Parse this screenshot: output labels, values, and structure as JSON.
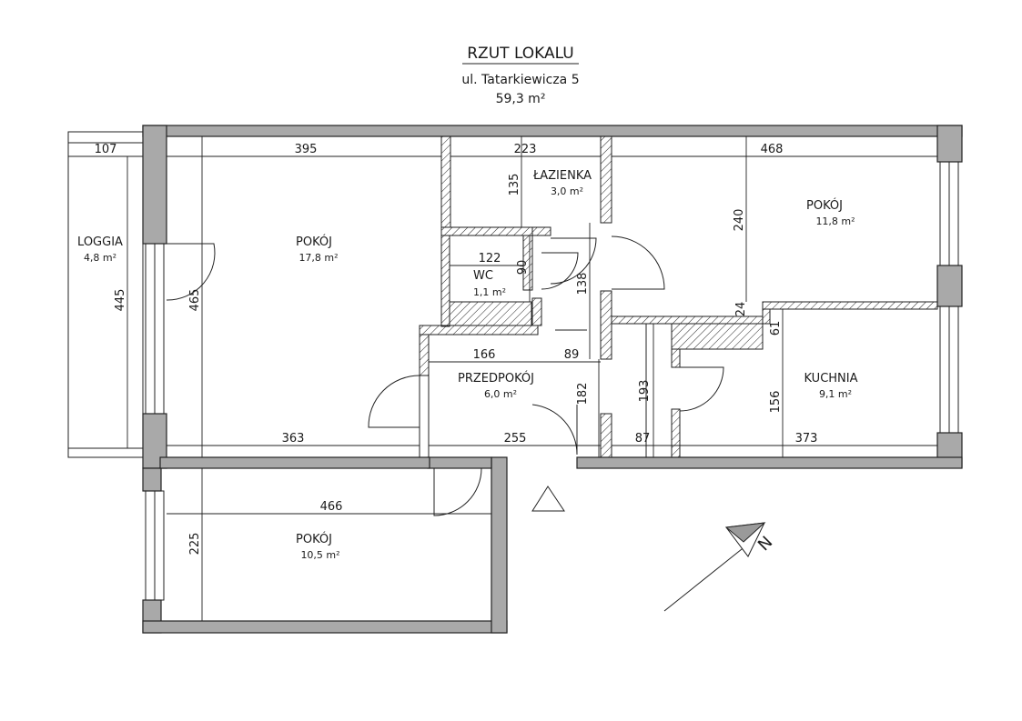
{
  "header": {
    "title": "RZUT LOKALU",
    "address": "ul. Tatarkiewicza 5",
    "total_area": "59,3 m²"
  },
  "rooms": [
    {
      "name": "LOGGIA",
      "area": "4,8 m²"
    },
    {
      "name": "POKÓJ",
      "area": "17,8 m²"
    },
    {
      "name": "ŁAZIENKA",
      "area": "3,0 m²"
    },
    {
      "name": "WC",
      "area": "1,1 m²"
    },
    {
      "name": "POKÓJ",
      "area": "11,8 m²"
    },
    {
      "name": "PRZEDPOKÓJ",
      "area": "6,0 m²"
    },
    {
      "name": "KUCHNIA",
      "area": "9,1 m²"
    },
    {
      "name": "POKÓJ",
      "area": "10,5 m²"
    }
  ],
  "dimensions": [
    "107",
    "395",
    "223",
    "468",
    "135",
    "240",
    "445",
    "465",
    "122",
    "90",
    "138",
    "24",
    "61",
    "166",
    "89",
    "182",
    "193",
    "156",
    "363",
    "255",
    "87",
    "373",
    "466",
    "225"
  ],
  "compass": {
    "label": "N"
  }
}
